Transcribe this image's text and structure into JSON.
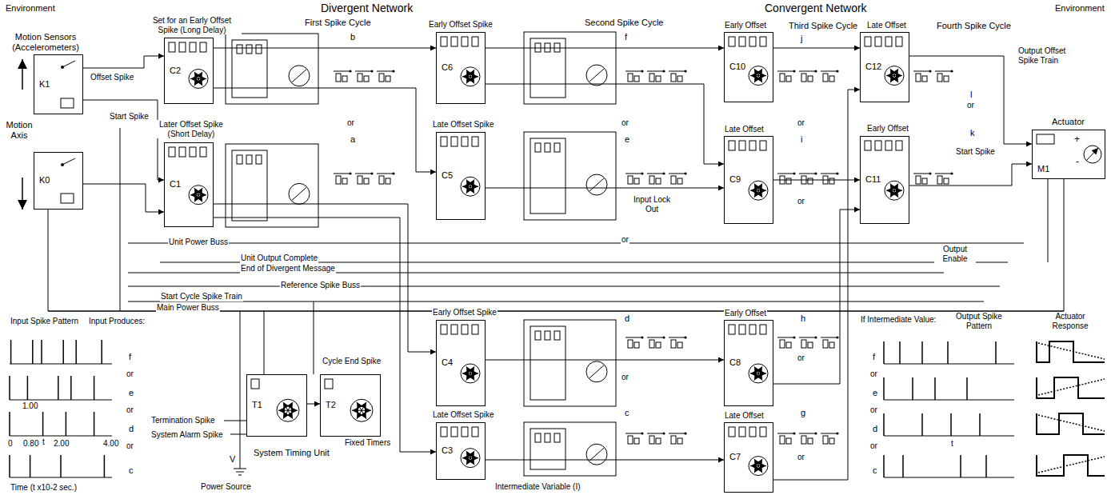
{
  "diagram": {
    "nodes": [
      {
        "text": [
          "K1"
        ]
      },
      {
        "text": [
          "K0"
        ]
      },
      {
        "text": [
          "C2"
        ]
      },
      {
        "text": [
          "C1"
        ]
      },
      {
        "text": [
          "C6"
        ]
      },
      {
        "text": [
          "C5"
        ]
      },
      {
        "text": [
          "C10"
        ]
      },
      {
        "text": [
          "C9"
        ]
      },
      {
        "text": [
          "C12"
        ]
      },
      {
        "text": [
          "C11"
        ]
      },
      {
        "text": [
          "M1"
        ]
      },
      {
        "text": [
          "T1"
        ]
      },
      {
        "text": [
          "T2"
        ]
      },
      {
        "text": [
          "C4"
        ]
      },
      {
        "text": [
          "C3"
        ]
      },
      {
        "text": [
          "C8"
        ]
      },
      {
        "text": [
          "C7"
        ]
      }
    ],
    "edges": [
      {
        "from": 0,
        "to": 2,
        "arrow": "to"
      },
      {
        "from": 0,
        "to": 3,
        "arrow": "to"
      },
      {
        "from": 1,
        "to": 3,
        "arrow": "to"
      },
      {
        "from": 2,
        "to": 4,
        "arrow": "to"
      },
      {
        "from": 2,
        "to": 5,
        "arrow": "to"
      },
      {
        "from": 3,
        "to": 13,
        "arrow": "to"
      },
      {
        "from": 3,
        "to": 14,
        "arrow": "to"
      },
      {
        "from": 4,
        "to": 6,
        "arrow": "to"
      },
      {
        "from": 4,
        "to": 7,
        "arrow": "to"
      },
      {
        "from": 5,
        "to": 7,
        "arrow": "to"
      },
      {
        "from": 13,
        "to": 15,
        "arrow": "to"
      },
      {
        "from": 14,
        "to": 16,
        "arrow": "to"
      },
      {
        "from": 6,
        "to": 8,
        "arrow": "to"
      },
      {
        "from": 7,
        "to": 9,
        "arrow": "to"
      },
      {
        "from": 15,
        "to": 9,
        "arrow": "to"
      },
      {
        "from": 16,
        "to": 8,
        "arrow": "to"
      },
      {
        "from": 8,
        "to": 10,
        "arrow": "to"
      },
      {
        "from": 9,
        "to": 10,
        "arrow": "to"
      },
      {
        "from": 11,
        "to": 12,
        "arrow": "to"
      }
    ],
    "labels": [
      "Environment",
      "Divergent Network",
      "Convergent Network",
      "Environment",
      "Motion Sensors (Accelerometers)",
      "Set for an Early Offset Spike (Long Delay)",
      "First Spike Cycle",
      "Offset Spike",
      "Start Spike",
      "b",
      "Later Offset Spike (Short Delay)",
      "or",
      "a",
      "Early Offset Spike",
      "Second Spike Cycle",
      "f",
      "Late Offset Spike",
      "or",
      "e",
      "Early Offset",
      "Third Spike Cycle",
      "j",
      "Late Offset",
      "Fourth Spike Cycle",
      "Output Offset Spike Train",
      "l",
      "or",
      "Late Offset",
      "i",
      "or",
      "Early Offset",
      "k",
      "Start Spike",
      "Actuator",
      "+",
      "-",
      "Motion Axis",
      "Unit Power Buss",
      "Unit Output Complete",
      "End of Divergent Message",
      "Reference Spike Buss",
      "Start Cycle Spike Train",
      "Main Power Buss",
      "Input Lock Out",
      "or",
      "or",
      "Output Enable",
      "Cycle End Spike",
      "Termination Spike",
      "System Alarm Spike",
      "V",
      "Power Source",
      "System Timing Unit",
      "Fixed Timers",
      "Early Offset Spike",
      "d",
      "or",
      "c",
      "Late Offset Spike",
      "Early Offset",
      "h",
      "or",
      "g",
      "or",
      "Late Offset",
      "Intermediate Variable (I)",
      "Input Spike Pattern",
      "Input Produces:",
      "f",
      "or",
      "e",
      "or",
      "1.00",
      "d",
      "or",
      "0",
      "0.80",
      "t",
      "2.00",
      "4.00",
      "c",
      "Time (t x10-2 sec.)",
      "If Intermediate Value:",
      "Output Spike Pattern",
      "Actuator Response",
      "f",
      "or",
      "e",
      "or",
      "d",
      "t",
      "or",
      "c"
    ]
  }
}
